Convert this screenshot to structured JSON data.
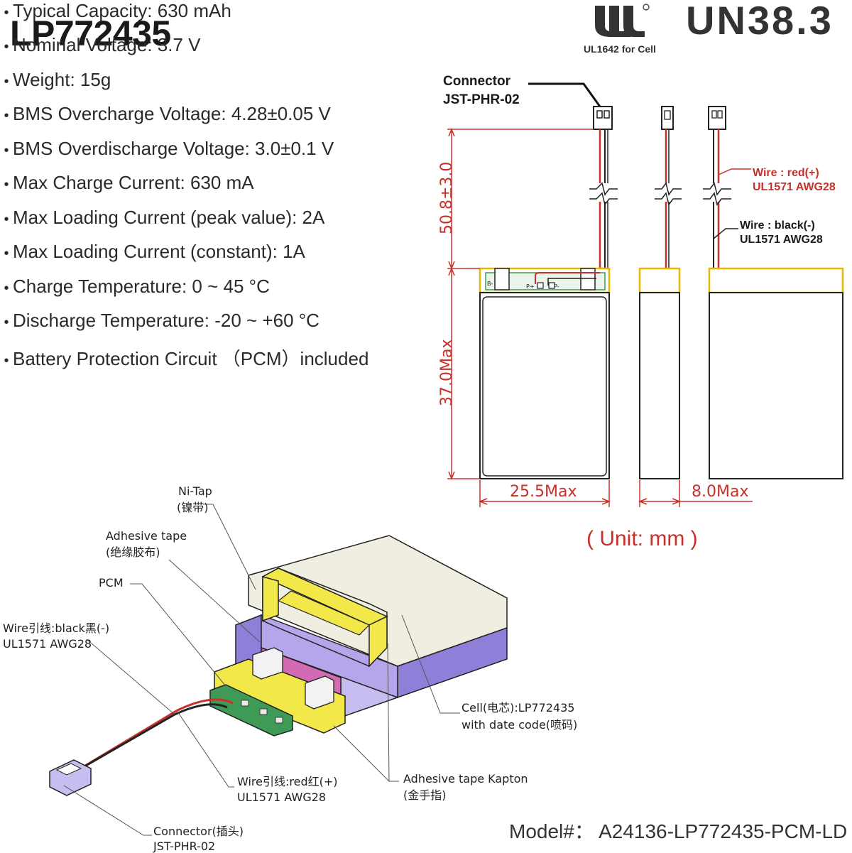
{
  "title": "LP772435",
  "specs": [
    "Typical Capacity: 630 mAh",
    "Nominal Voltage: 3.7 V",
    "Weight: 15g",
    "BMS Overcharge Voltage: 4.28±0.05 V",
    "BMS Overdischarge Voltage: 3.0±0.1 V",
    "Max Charge Current:  630 mA",
    "Max Loading Current (peak value): 2A",
    "Max Loading Current (constant): 1A",
    "Charge Temperature: 0 ~ 45 °C",
    "Discharge Temperature: -20 ~ +60 °C",
    "Battery Protection Circuit （PCM）included"
  ],
  "certs": {
    "ul_mark": "UL",
    "ul_caption": "UL1642 for Cell",
    "un": "UN38.3"
  },
  "drawing": {
    "connector_label_1": "Connector",
    "connector_label_2": "JST-PHR-02",
    "wire_red_1": "Wire : red(+)",
    "wire_red_2": "UL1571 AWG28",
    "wire_black_1": "Wire : black(-)",
    "wire_black_2": "UL1571 AWG28",
    "dim_lead": "50.8±3.0",
    "dim_height": "37.0Max",
    "dim_width": "25.5Max",
    "dim_thickness": "8.0Max",
    "pcb_b": "B-",
    "pcb_p": "P+",
    "pcb_p2": "P-"
  },
  "unit_note": "( Unit: mm )",
  "exploded": {
    "nitap_1": "Ni-Tap",
    "nitap_2": "(镍带)",
    "adhesive_1": "Adhesive tape",
    "adhesive_2": "(绝缘胶布)",
    "pcm": "PCM",
    "wire_black_1": "Wire引线:black黑(-)",
    "wire_black_2": "UL1571 AWG28",
    "cell_1": "Cell(电芯):LP772435",
    "cell_2": "with date code(喷码)",
    "wire_red_1": "Wire引线:red红(+)",
    "wire_red_2": "UL1571 AWG28",
    "kapton_1": "Adhesive tape Kapton",
    "kapton_2": "(金手指)",
    "conn_1": "Connector(插头)",
    "conn_2": "JST-PHR-02"
  },
  "model": "Model#： A24136-LP772435-PCM-LD",
  "colors": {
    "dimension_red": "#c8302a",
    "tape_yellow": "#f3e84a",
    "insulation_purple": "#8f7fd8",
    "pcb_green": "#3f9a55",
    "cell_beige": "#efeee0"
  }
}
